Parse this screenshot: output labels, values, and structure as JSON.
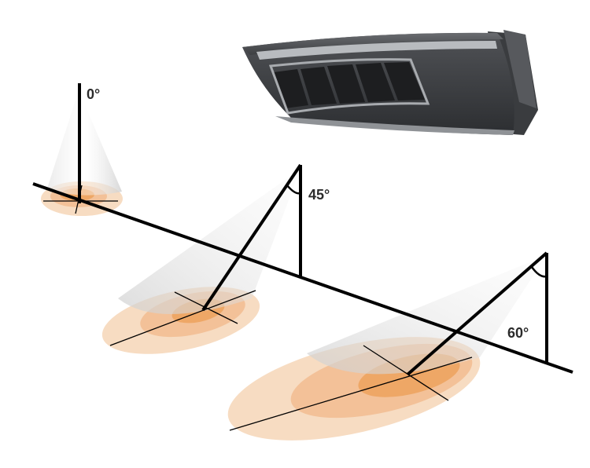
{
  "colors": {
    "background": "#ffffff",
    "line": "#000000",
    "label": "#2b2b2b",
    "heat_outer": "#f7d9bd",
    "heat_mid": "#f2b887",
    "heat_inner": "#ed9a55",
    "beam": "#d8d8d8",
    "heater_body": "#4a4c4f",
    "heater_dark": "#2e3033",
    "heater_trim": "#a8abaf",
    "heater_panel": "#1c1d1f"
  },
  "heater": {
    "icon": "infrared-heater-icon"
  },
  "angles": [
    {
      "label": "0°"
    },
    {
      "label": "45°"
    },
    {
      "label": "60°"
    }
  ]
}
